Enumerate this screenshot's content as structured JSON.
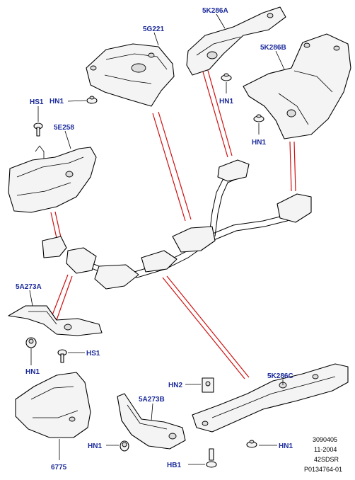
{
  "callouts": {
    "hs1_top": "HS1",
    "hn1_5g221": "HN1",
    "part_5g221": "5G221",
    "part_5k286a": "5K286A",
    "hn1_5k286a": "HN1",
    "part_5k286b": "5K286B",
    "hn1_5k286b": "HN1",
    "part_5e258": "5E258",
    "part_5a273a": "5A273A",
    "hn1_5a273a": "HN1",
    "hs1_bottom": "HS1",
    "part_6775": "6775",
    "hn2": "HN2",
    "part_5a273b": "5A273B",
    "hn1_5a273b": "HN1",
    "hb1": "HB1",
    "part_5k286c": "5K286C",
    "hn1_5k286c": "HN1"
  },
  "reference_block": {
    "line1": "3090405",
    "line2": "11-2004",
    "line3": "42SDSR",
    "line4": "P0134764-01"
  },
  "colors": {
    "callout_text": "#1a2a9a",
    "leader_red": "#d01010",
    "line": "#000000"
  }
}
